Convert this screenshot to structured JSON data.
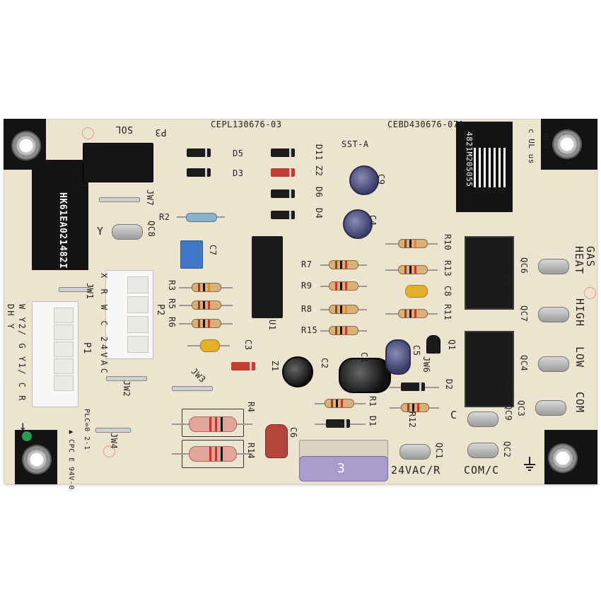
{
  "board": {
    "part_numbers": {
      "top_left": "CEPL130676-03",
      "top_right": "CEBD430676-07A",
      "model_tag": "SST-A"
    },
    "label_sol": "SOL",
    "label_p3": "P3",
    "serial_left": "HK61EA021482I",
    "serial_right": "4821M205055",
    "hsci": "HSCI",
    "ul_mark": "c UL us",
    "labels": {
      "d5": "D5",
      "d3": "D3",
      "d11": "D11",
      "z2": "Z2",
      "d6": "D6",
      "d4": "D4",
      "jw7": "JW7",
      "r2": "R2",
      "qc8": "QC8",
      "y": "Y",
      "c7": "C7",
      "c9": "C9",
      "c4": "C4",
      "r10": "R10",
      "r13": "R13",
      "c8": "C8",
      "r11": "R11",
      "r7": "R7",
      "r9": "R9",
      "r8": "R8",
      "r15": "R15",
      "r3": "R3",
      "r5": "R5",
      "r6": "R6",
      "c3": "C3",
      "u1": "U1",
      "jw1": "JW1",
      "p2": "P2",
      "p2_pins": "X R W C 24VAC",
      "p1": "P1",
      "p1_pins_a": "W Y2/ G Y1/ C R",
      "p1_pins_b": "DH Y",
      "jw2": "JW2",
      "jw3": "JW3",
      "jw4": "JW4",
      "jw6": "JW6",
      "z1": "Z1",
      "c2": "C2",
      "c1": "C1",
      "c5": "C5",
      "q1": "Q1",
      "d2": "D2",
      "r1": "R1",
      "d1": "D1",
      "r12": "R12",
      "r4": "R4",
      "r14": "R14",
      "c6": "C6",
      "k2": "K2",
      "k1": "K1",
      "qc6": "QC6",
      "qc7": "QC7",
      "qc4": "QC4",
      "qc3": "QC3",
      "qc9": "QC9",
      "qc1": "QC1",
      "qc2": "QC2",
      "gas_heat": "GAS HEAT",
      "high": "HIGH",
      "low": "LOW",
      "com": "COM",
      "c_label": "C",
      "vac_r": "24VAC/R",
      "com_c": "COM/C",
      "plc": "PLC=0 2-1",
      "cpc": "▲ CPC E 94V-0",
      "fuse_value": "3"
    }
  }
}
